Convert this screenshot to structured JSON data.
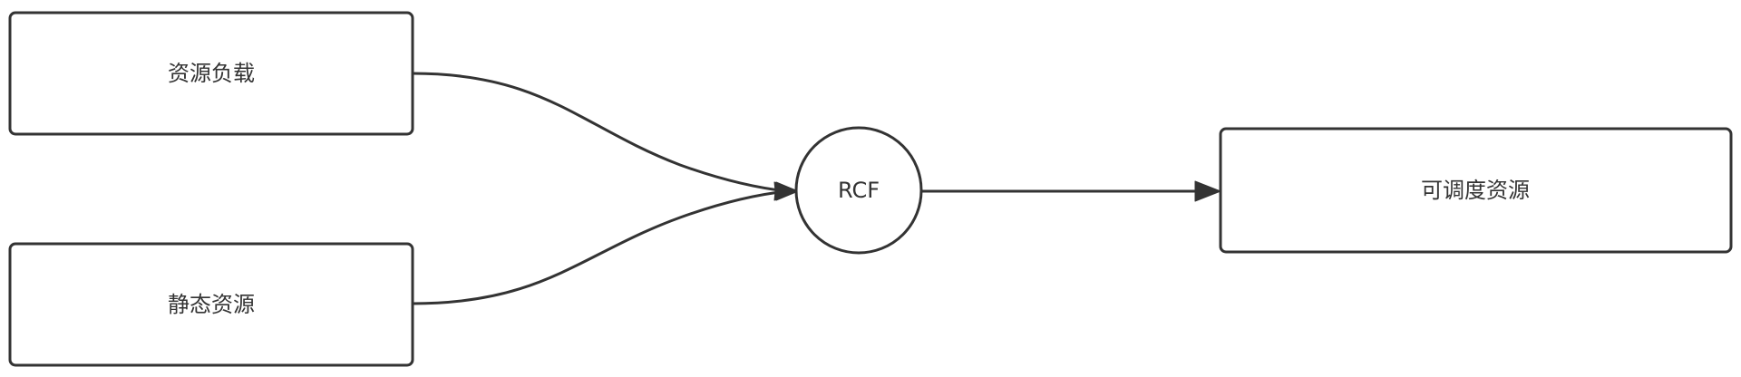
{
  "nodes": {
    "resource_load": {
      "label": "资源负载"
    },
    "static_resource": {
      "label": "静态资源"
    },
    "rcf": {
      "label": "RCF"
    },
    "schedulable_resource": {
      "label": "可调度资源"
    }
  },
  "edges": [
    {
      "from": "资源负载",
      "to": "RCF"
    },
    {
      "from": "静态资源",
      "to": "RCF"
    },
    {
      "from": "RCF",
      "to": "可调度资源"
    }
  ]
}
